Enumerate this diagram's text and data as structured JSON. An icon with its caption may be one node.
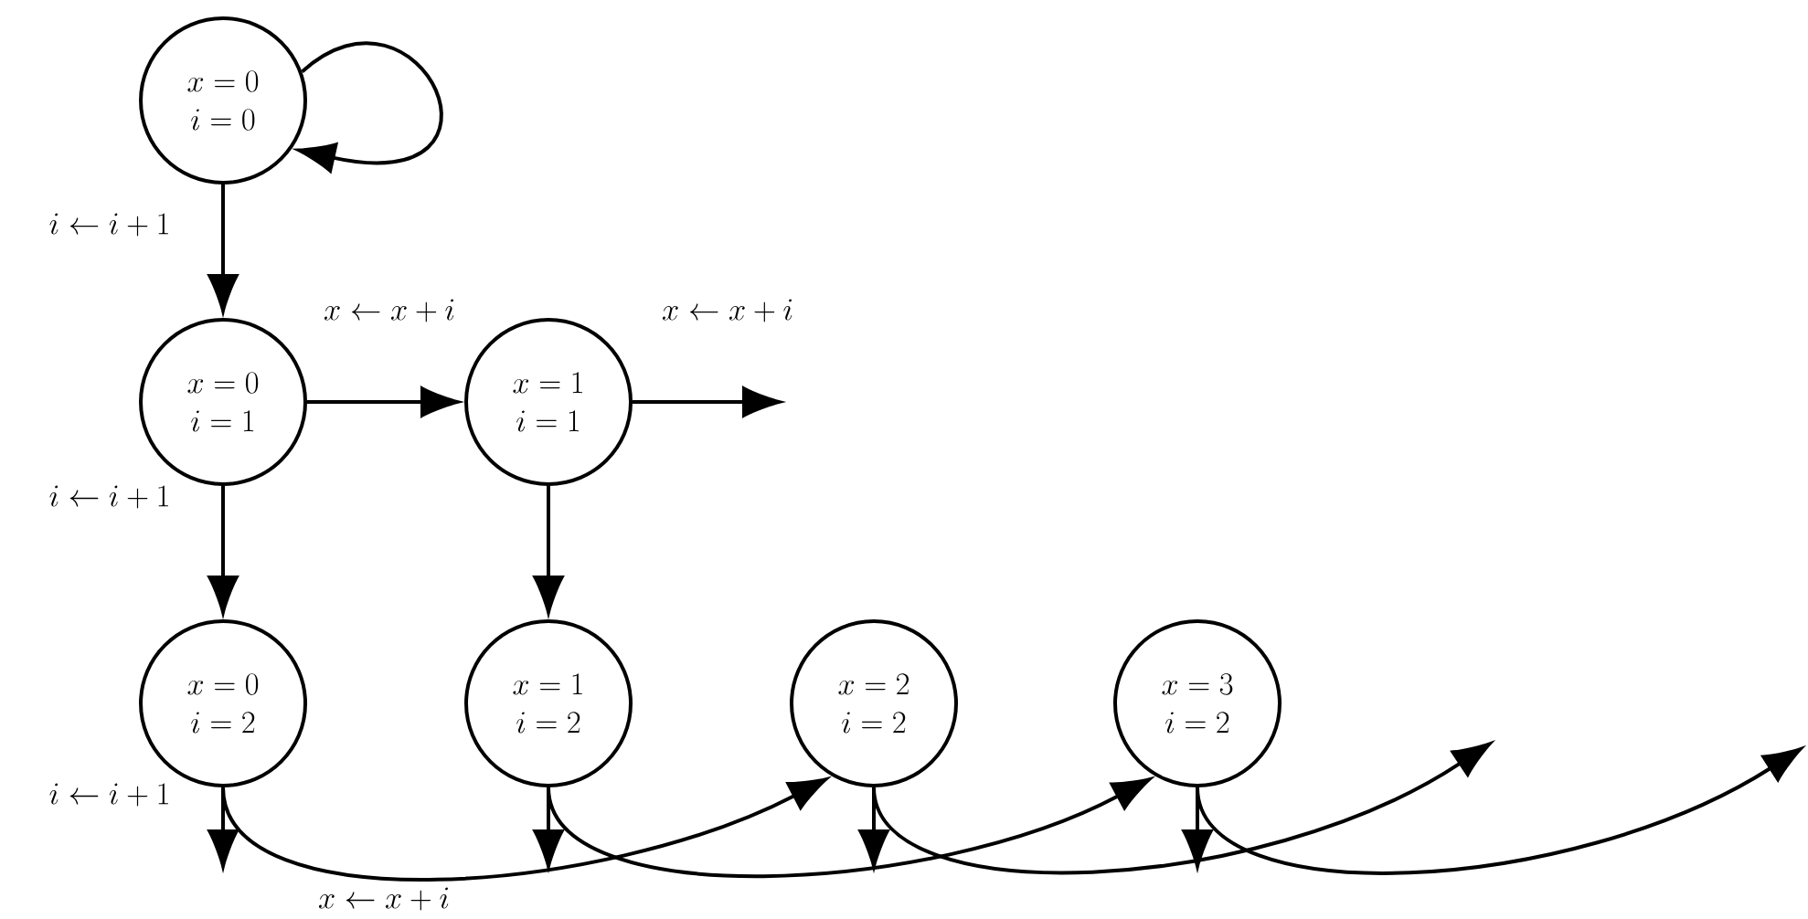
{
  "diagram": {
    "nodes": [
      {
        "text": [
          "x = 0",
          "i = 0"
        ]
      },
      {
        "text": [
          "x = 0",
          "i = 1"
        ]
      },
      {
        "text": [
          "x = 1",
          "i = 1"
        ]
      },
      {
        "text": [
          "x = 0",
          "i = 2"
        ]
      },
      {
        "text": [
          "x = 1",
          "i = 2"
        ]
      },
      {
        "text": [
          "x = 2",
          "i = 2"
        ]
      },
      {
        "text": [
          "x = 3",
          "i = 2"
        ]
      }
    ],
    "edges": [
      {
        "from": 0,
        "to": 0,
        "arrow": "to"
      },
      {
        "from": 0,
        "to": 1,
        "arrow": "to",
        "label": "i \\leftarrow i + 1"
      },
      {
        "from": 1,
        "to": 2,
        "arrow": "to",
        "label": "x \\leftarrow x + i"
      },
      {
        "from": 2,
        "to": null,
        "arrow": "to",
        "label": "x \\leftarrow x + i"
      },
      {
        "from": 1,
        "to": 3,
        "arrow": "to",
        "label": "i \\leftarrow i + 1"
      },
      {
        "from": 2,
        "to": 4,
        "arrow": "to"
      },
      {
        "from": 3,
        "to": null,
        "arrow": "to",
        "label": "i \\leftarrow i + 1"
      },
      {
        "from": 3,
        "to": 5,
        "arrow": "to",
        "label": "x \\leftarrow x + i"
      },
      {
        "from": 4,
        "to": null,
        "arrow": "to"
      },
      {
        "from": 4,
        "to": 6,
        "arrow": "to"
      },
      {
        "from": 5,
        "to": null,
        "arrow": "to"
      },
      {
        "from": 5,
        "to": null,
        "arrow": "to"
      },
      {
        "from": 6,
        "to": null,
        "arrow": "to"
      },
      {
        "from": 6,
        "to": null,
        "arrow": "to"
      }
    ]
  }
}
